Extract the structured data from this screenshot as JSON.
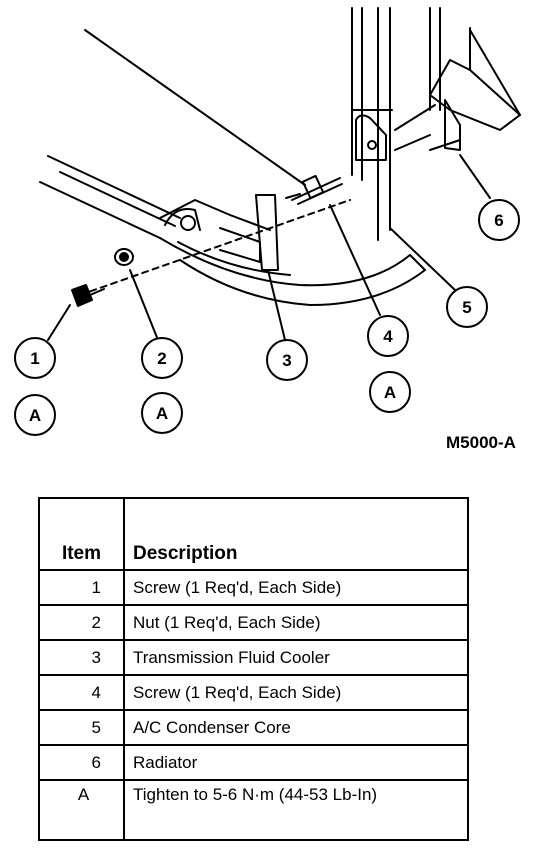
{
  "callouts": {
    "c1": "1",
    "c2": "2",
    "c3": "3",
    "c4": "4",
    "c5": "5",
    "c6": "6",
    "a1": "A",
    "a2": "A",
    "a3": "A"
  },
  "figure_code": "M5000-A",
  "table": {
    "headers": {
      "item": "Item",
      "description": "Description"
    },
    "rows": [
      {
        "item": "1",
        "description": "Screw (1 Req'd, Each Side)"
      },
      {
        "item": "2",
        "description": "Nut (1 Req'd, Each Side)"
      },
      {
        "item": "3",
        "description": "Transmission Fluid Cooler"
      },
      {
        "item": "4",
        "description": "Screw (1 Req'd, Each Side)"
      },
      {
        "item": "5",
        "description": "A/C Condenser Core"
      },
      {
        "item": "6",
        "description": "Radiator"
      },
      {
        "item": "A",
        "description": "Tighten to 5-6 N·m (44-53 Lb-In)"
      }
    ]
  }
}
